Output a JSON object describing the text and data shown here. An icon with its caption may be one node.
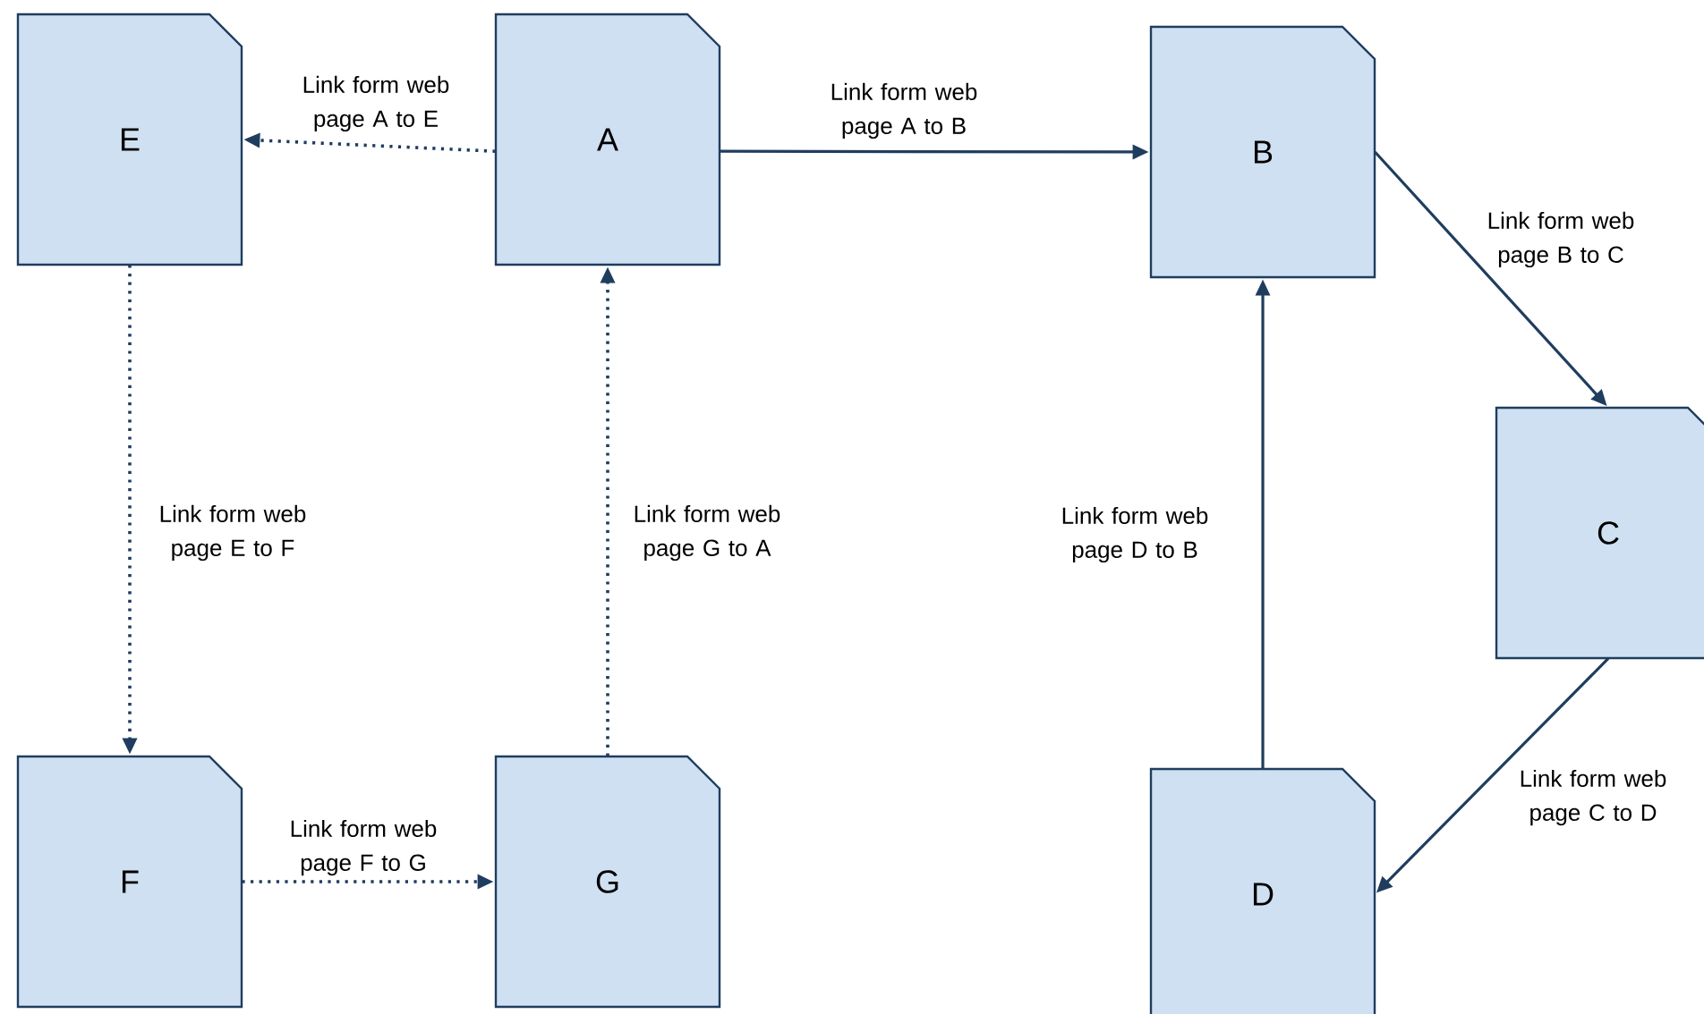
{
  "diagram": {
    "nodes": [
      {
        "text": [
          "E"
        ]
      },
      {
        "text": [
          "A"
        ]
      },
      {
        "text": [
          "B"
        ]
      },
      {
        "text": [
          "C"
        ]
      },
      {
        "text": [
          "D"
        ]
      },
      {
        "text": [
          "F"
        ]
      },
      {
        "text": [
          "G"
        ]
      }
    ],
    "edges": [
      {
        "from": 1,
        "to": 0,
        "arrow": "to",
        "label": "Link form web page A to E",
        "style": "dashed"
      },
      {
        "from": 1,
        "to": 2,
        "arrow": "to",
        "label": "Link form web page A to B"
      },
      {
        "from": 2,
        "to": 3,
        "arrow": "to",
        "label": "Link form web page B to C"
      },
      {
        "from": 3,
        "to": 4,
        "arrow": "to",
        "label": "Link form web page C to D"
      },
      {
        "from": 4,
        "to": 2,
        "arrow": "to",
        "label": "Link form web page D to B"
      },
      {
        "from": 0,
        "to": 5,
        "arrow": "to",
        "label": "Link form web page E to F",
        "style": "dashed"
      },
      {
        "from": 5,
        "to": 6,
        "arrow": "to",
        "label": "Link form web page F to G",
        "style": "dashed"
      },
      {
        "from": 6,
        "to": 1,
        "arrow": "to",
        "label": "Link form web page G to A",
        "style": "dashed"
      }
    ]
  }
}
